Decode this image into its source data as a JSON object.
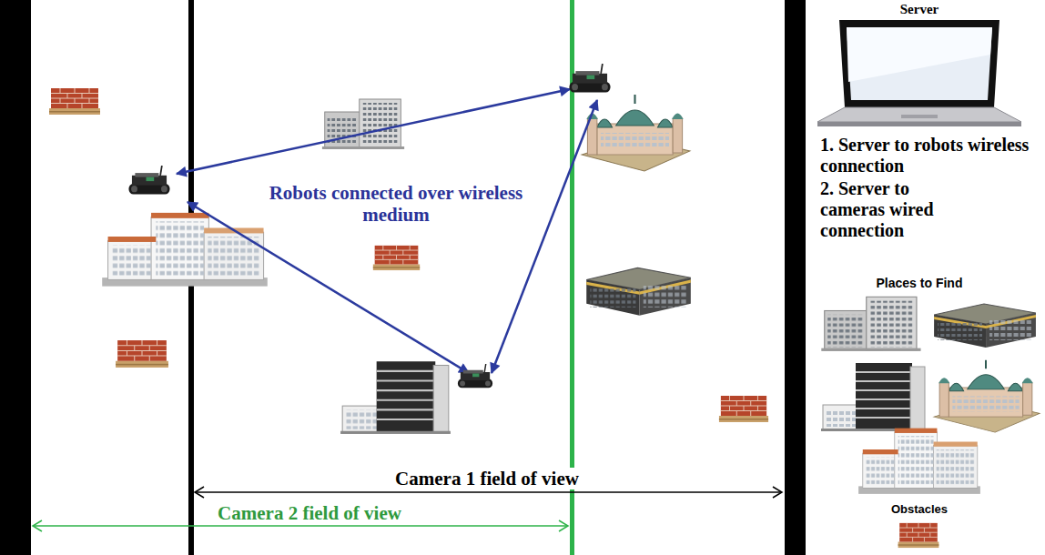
{
  "diagram": {
    "labels": [
      "Robots connected over wireless medium",
      "Camera 1 field of view",
      "Camera 2 field of view",
      "Server",
      "1. Server to robots wireless connection",
      "2. Server to cameras wired connection",
      "Places to Find",
      "Obstacles"
    ]
  }
}
